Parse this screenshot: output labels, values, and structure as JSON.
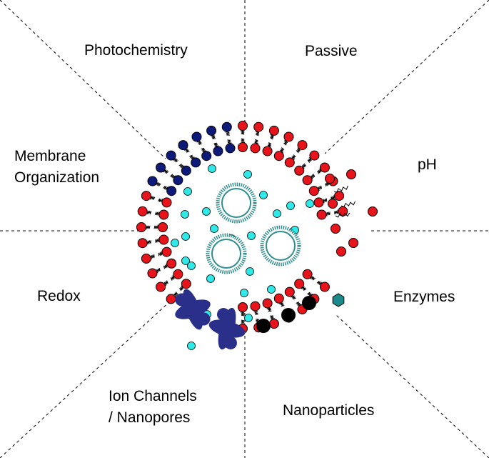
{
  "sectors": {
    "photochemistry": "Photochemistry",
    "passive": "Passive",
    "membrane_line1": "Membrane",
    "membrane_line2": "Organization",
    "ph": "pH",
    "redox": "Redox",
    "enzymes": "Enzymes",
    "ion_line1": "Ion Channels",
    "ion_line2": "/ Nanopores",
    "nanoparticles": "Nanoparticles"
  },
  "colors": {
    "lipid_head": "#e8141b",
    "lipid_head_alt": "#0d1a7a",
    "solute": "#2fe8e8",
    "vesicle": "#2f8f8f",
    "channel_protein": "#2a2f8a",
    "nanoparticle": "#000000",
    "enzyme": "#1a8a8a",
    "divider": "#000000"
  }
}
